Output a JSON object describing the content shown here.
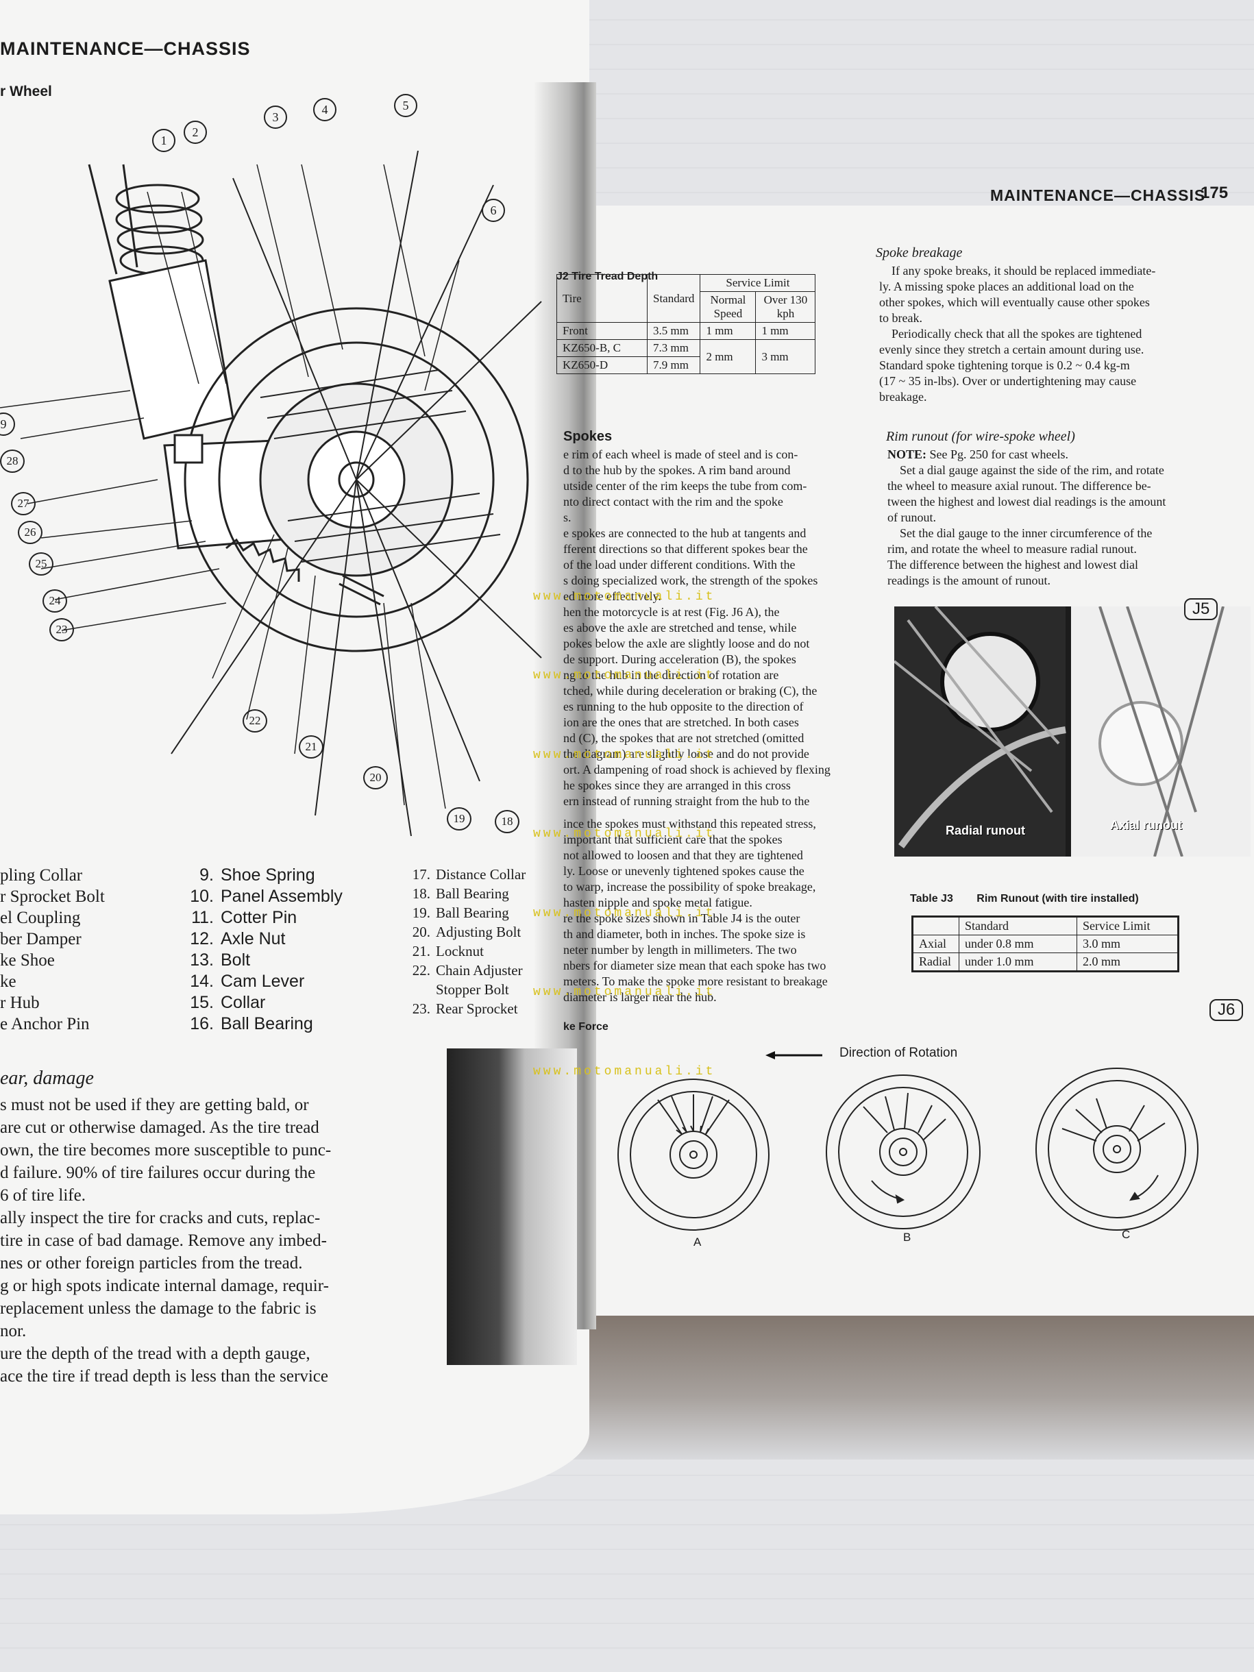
{
  "left_page": {
    "header": "MAINTENANCE—CHASSIS",
    "subheader": "r Wheel",
    "callouts": [
      "1",
      "2",
      "3",
      "4",
      "5",
      "6",
      "9",
      "28",
      "27",
      "26",
      "25",
      "24",
      "23",
      "22",
      "21",
      "20",
      "19",
      "18"
    ],
    "legend_col1": [
      "pling Collar",
      "r Sprocket Bolt",
      "el Coupling",
      "ber Damper",
      "ke Shoe",
      "ke",
      "r Hub",
      "e Anchor Pin"
    ],
    "legend_col2": [
      {
        "num": "9.",
        "text": "Shoe Spring"
      },
      {
        "num": "10.",
        "text": "Panel Assembly"
      },
      {
        "num": "11.",
        "text": "Cotter Pin"
      },
      {
        "num": "12.",
        "text": "Axle Nut"
      },
      {
        "num": "13.",
        "text": "Bolt"
      },
      {
        "num": "14.",
        "text": "Cam Lever"
      },
      {
        "num": "15.",
        "text": "Collar"
      },
      {
        "num": "16.",
        "text": "Ball Bearing"
      }
    ],
    "legend_col3": [
      {
        "num": "17.",
        "text": "Distance Collar"
      },
      {
        "num": "18.",
        "text": "Ball Bearing"
      },
      {
        "num": "19.",
        "text": "Ball Bearing"
      },
      {
        "num": "20.",
        "text": "Adjusting Bolt"
      },
      {
        "num": "21.",
        "text": "Locknut"
      },
      {
        "num": "22.",
        "text": "Chain Adjuster Stopper Bolt"
      },
      {
        "num": "23.",
        "text": "Rear Sprocket"
      }
    ],
    "section_title": "ear, damage",
    "body_lines": [
      "s must not be used if they are getting bald, or",
      "are cut or otherwise damaged.  As the tire tread",
      "own, the tire becomes more susceptible to punc-",
      "d failure.  90% of tire failures occur during the",
      "6 of tire life.",
      "ally inspect the tire for cracks and cuts, replac-",
      "tire in case of bad damage.  Remove any imbed-",
      "nes or other foreign particles from the tread.",
      "g or high spots indicate internal damage, requir-",
      " replacement unless the damage to the fabric is",
      "nor.",
      "ure the depth of the tread with a depth gauge,",
      "ace the tire if tread depth is less than the service"
    ]
  },
  "right_page": {
    "header": "MAINTENANCE—CHASSIS",
    "page_number": "175",
    "table_j2": {
      "caption": "J2   Tire Tread Depth",
      "col_tire": "Tire",
      "col_standard": "Standard",
      "col_service": "Service Limit",
      "col_normal": "Normal Speed",
      "col_over": "Over 130 kph",
      "rows": [
        {
          "tire": "Front",
          "standard": "3.5 mm",
          "normal": "1 mm",
          "over": "1 mm"
        },
        {
          "tire": "KZ650-B, C",
          "standard": "7.3 mm",
          "normal": "2 mm",
          "over": "3 mm"
        },
        {
          "tire": "KZ650-D",
          "standard": "7.9 mm",
          "normal": "",
          "over": ""
        }
      ]
    },
    "spokes_title": "Spokes",
    "spokes_lines": [
      "e rim of each wheel is made of steel and is con-",
      "d to the hub by the spokes.  A rim band around",
      "utside center of the rim keeps the tube from com-",
      "nto direct contact with the rim and the spoke",
      "s.",
      "e spokes are connected to the hub at tangents and",
      "fferent directions so that different spokes bear the",
      " of the load under different conditions.  With the",
      "s doing specialized work, the strength of the spokes",
      "  ed more effectively.",
      "hen the motorcycle is at rest (Fig. J6 A), the",
      "es above the axle are stretched and tense, while",
      "pokes below the axle are slightly loose and do not",
      "de support.  During acceleration (B), the spokes",
      "ng to the hub in the direction of rotation are",
      "tched, while during deceleration or braking (C), the",
      "es running to the hub opposite to the direction of",
      "ion are the ones that are stretched.  In both cases",
      "nd (C), the spokes that are not stretched (omitted",
      " the diagram) are slightly loose and do not provide",
      "ort.  A dampening of road shock is achieved by flexing",
      "he spokes since they are arranged in this cross",
      "ern instead of running straight from the hub to the",
      "",
      "ince the spokes must withstand this repeated stress,",
      " important that sufficient care that the spokes",
      "not allowed to loosen and that they are tightened",
      "ly.  Loose or unevenly tightened spokes cause the",
      " to warp, increase the possibility of spoke breakage,",
      "hasten nipple and spoke metal fatigue.",
      "re the spoke sizes shown in Table J4 is the outer",
      "th and diameter, both in inches.  The spoke size is",
      "neter number by length in millimeters.  The two",
      "nbers for diameter size mean that each spoke has two",
      "meters.  To make the spoke more resistant to breakage",
      " diameter is larger near the hub."
    ],
    "spoke_breakage_title": "Spoke breakage",
    "spoke_breakage_lines": [
      "If any spoke breaks, it should be replaced immediate-",
      "ly.  A missing spoke places an additional load on the",
      "other spokes, which will eventually cause other spokes",
      "to break.",
      "Periodically check that all the spokes are tightened",
      "evenly since they stretch a certain amount during use.",
      "Standard spoke tightening torque is 0.2 ~ 0.4 kg-m",
      "(17 ~ 35 in-lbs).  Over or undertightening may cause",
      "breakage."
    ],
    "rim_title": "Rim runout (for wire-spoke wheel)",
    "rim_note_label": "NOTE:",
    "rim_note_text": " See Pg. 250 for cast wheels.",
    "rim_lines": [
      "Set a dial gauge against the side of the rim, and rotate",
      "the wheel to measure axial runout.  The difference be-",
      "tween the highest and lowest dial readings is the amount",
      "of runout.",
      "Set the dial gauge to the inner circumference of the",
      "rim, and rotate the wheel to measure radial runout.",
      "The difference between the highest and lowest dial",
      "readings is the amount of runout."
    ],
    "photo_badge": "J5",
    "photo_label_radial": "Radial runout",
    "photo_label_axial": "Axial runout",
    "table_j3": {
      "caption_label": "Table J3",
      "caption_title": "Rim Runout (with tire installed)",
      "col_standard": "Standard",
      "col_service": "Service Limit",
      "rows": [
        {
          "label": "Axial",
          "standard": "under 0.8 mm",
          "limit": "3.0 mm"
        },
        {
          "label": "Radial",
          "standard": "under 1.0 mm",
          "limit": "2.0 mm"
        }
      ]
    },
    "fig_badge": "J6",
    "fig_caption": "ke Force",
    "direction_label": "Direction of Rotation",
    "wheel_labels": [
      "A",
      "B",
      "C"
    ],
    "watermark": "www.motomanuali.it"
  },
  "colors": {
    "paper": "#f5f5f4",
    "ink": "#1c1c1c",
    "watermark": "#d8c11c",
    "desk": "#dfe0e3"
  }
}
